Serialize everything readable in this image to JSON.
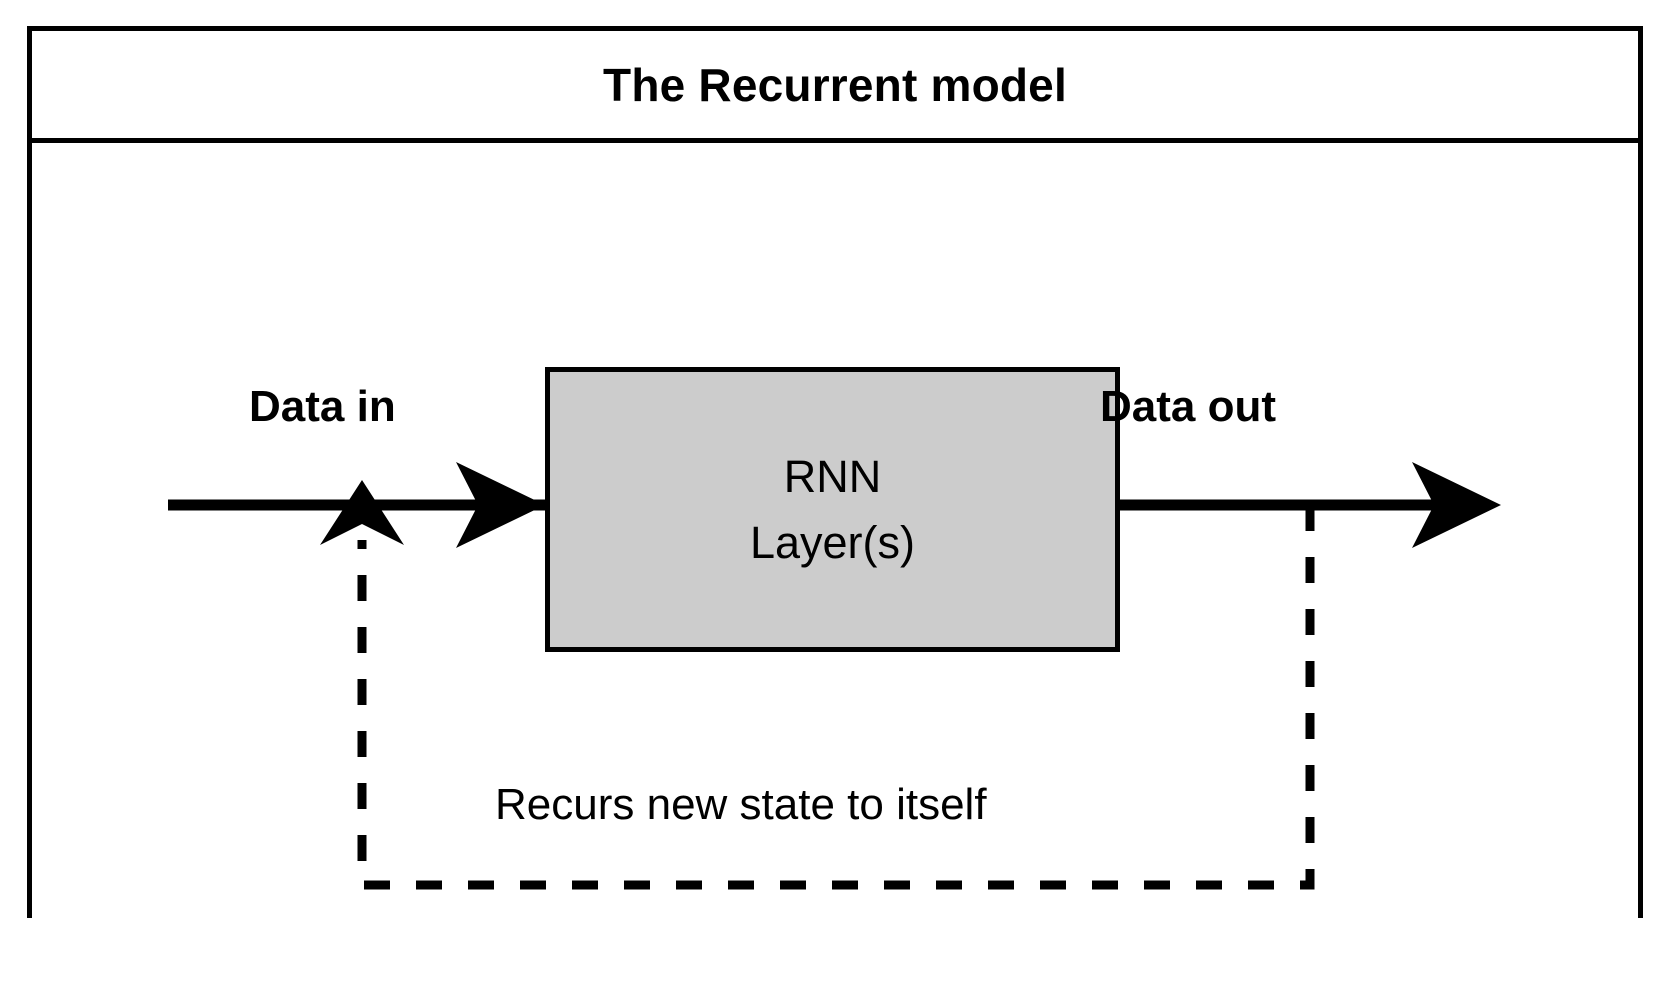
{
  "figure": {
    "title": "The Recurrent model",
    "block": {
      "line1": "RNN",
      "line2": "Layer(s)",
      "fill_color": "#cccccc",
      "stroke_color": "#000000"
    },
    "labels": {
      "data_in": "Data in",
      "data_out": "Data out",
      "recurrence_caption": "Recurs new state to itself"
    },
    "colors": {
      "frame": "#000000",
      "background": "#ffffff",
      "block_fill": "#cccccc",
      "arrow": "#000000",
      "dashed_path": "#000000"
    },
    "edges": [
      {
        "name": "data-in-arrow",
        "style": "solid",
        "direction": "right",
        "from": "canvas-left",
        "to": "rnn-block"
      },
      {
        "name": "data-out-arrow",
        "style": "solid",
        "direction": "right",
        "from": "rnn-block",
        "to": "canvas-right"
      },
      {
        "name": "recurrence-feedback",
        "style": "dashed",
        "direction": "up",
        "from": "data-out-line",
        "to": "data-in-line"
      }
    ]
  }
}
